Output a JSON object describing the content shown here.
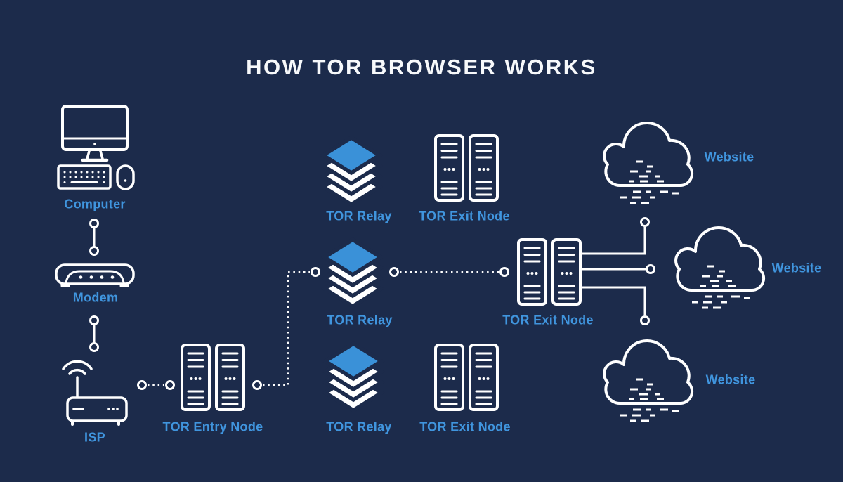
{
  "title": "HOW TOR BROWSER WORKS",
  "colors": {
    "background": "#1c2b4b",
    "icon_stroke": "#ffffff",
    "label_blue": "#4095de",
    "relay_blue": "#3a91d8",
    "title_white": "#f7f9fb"
  },
  "nodes": {
    "computer": {
      "label": "Computer"
    },
    "modem": {
      "label": "Modem"
    },
    "isp": {
      "label": "ISP"
    },
    "entry_node": {
      "label": "TOR Entry Node"
    },
    "relay_top": {
      "label": "TOR Relay"
    },
    "relay_middle": {
      "label": "TOR Relay"
    },
    "relay_bottom": {
      "label": "TOR Relay"
    },
    "exit_top": {
      "label": "TOR Exit Node"
    },
    "exit_middle": {
      "label": "TOR Exit Node"
    },
    "exit_bottom": {
      "label": "TOR Exit Node"
    },
    "website_top": {
      "label": "Website"
    },
    "website_middle": {
      "label": "Website"
    },
    "website_bottom": {
      "label": "Website"
    }
  }
}
